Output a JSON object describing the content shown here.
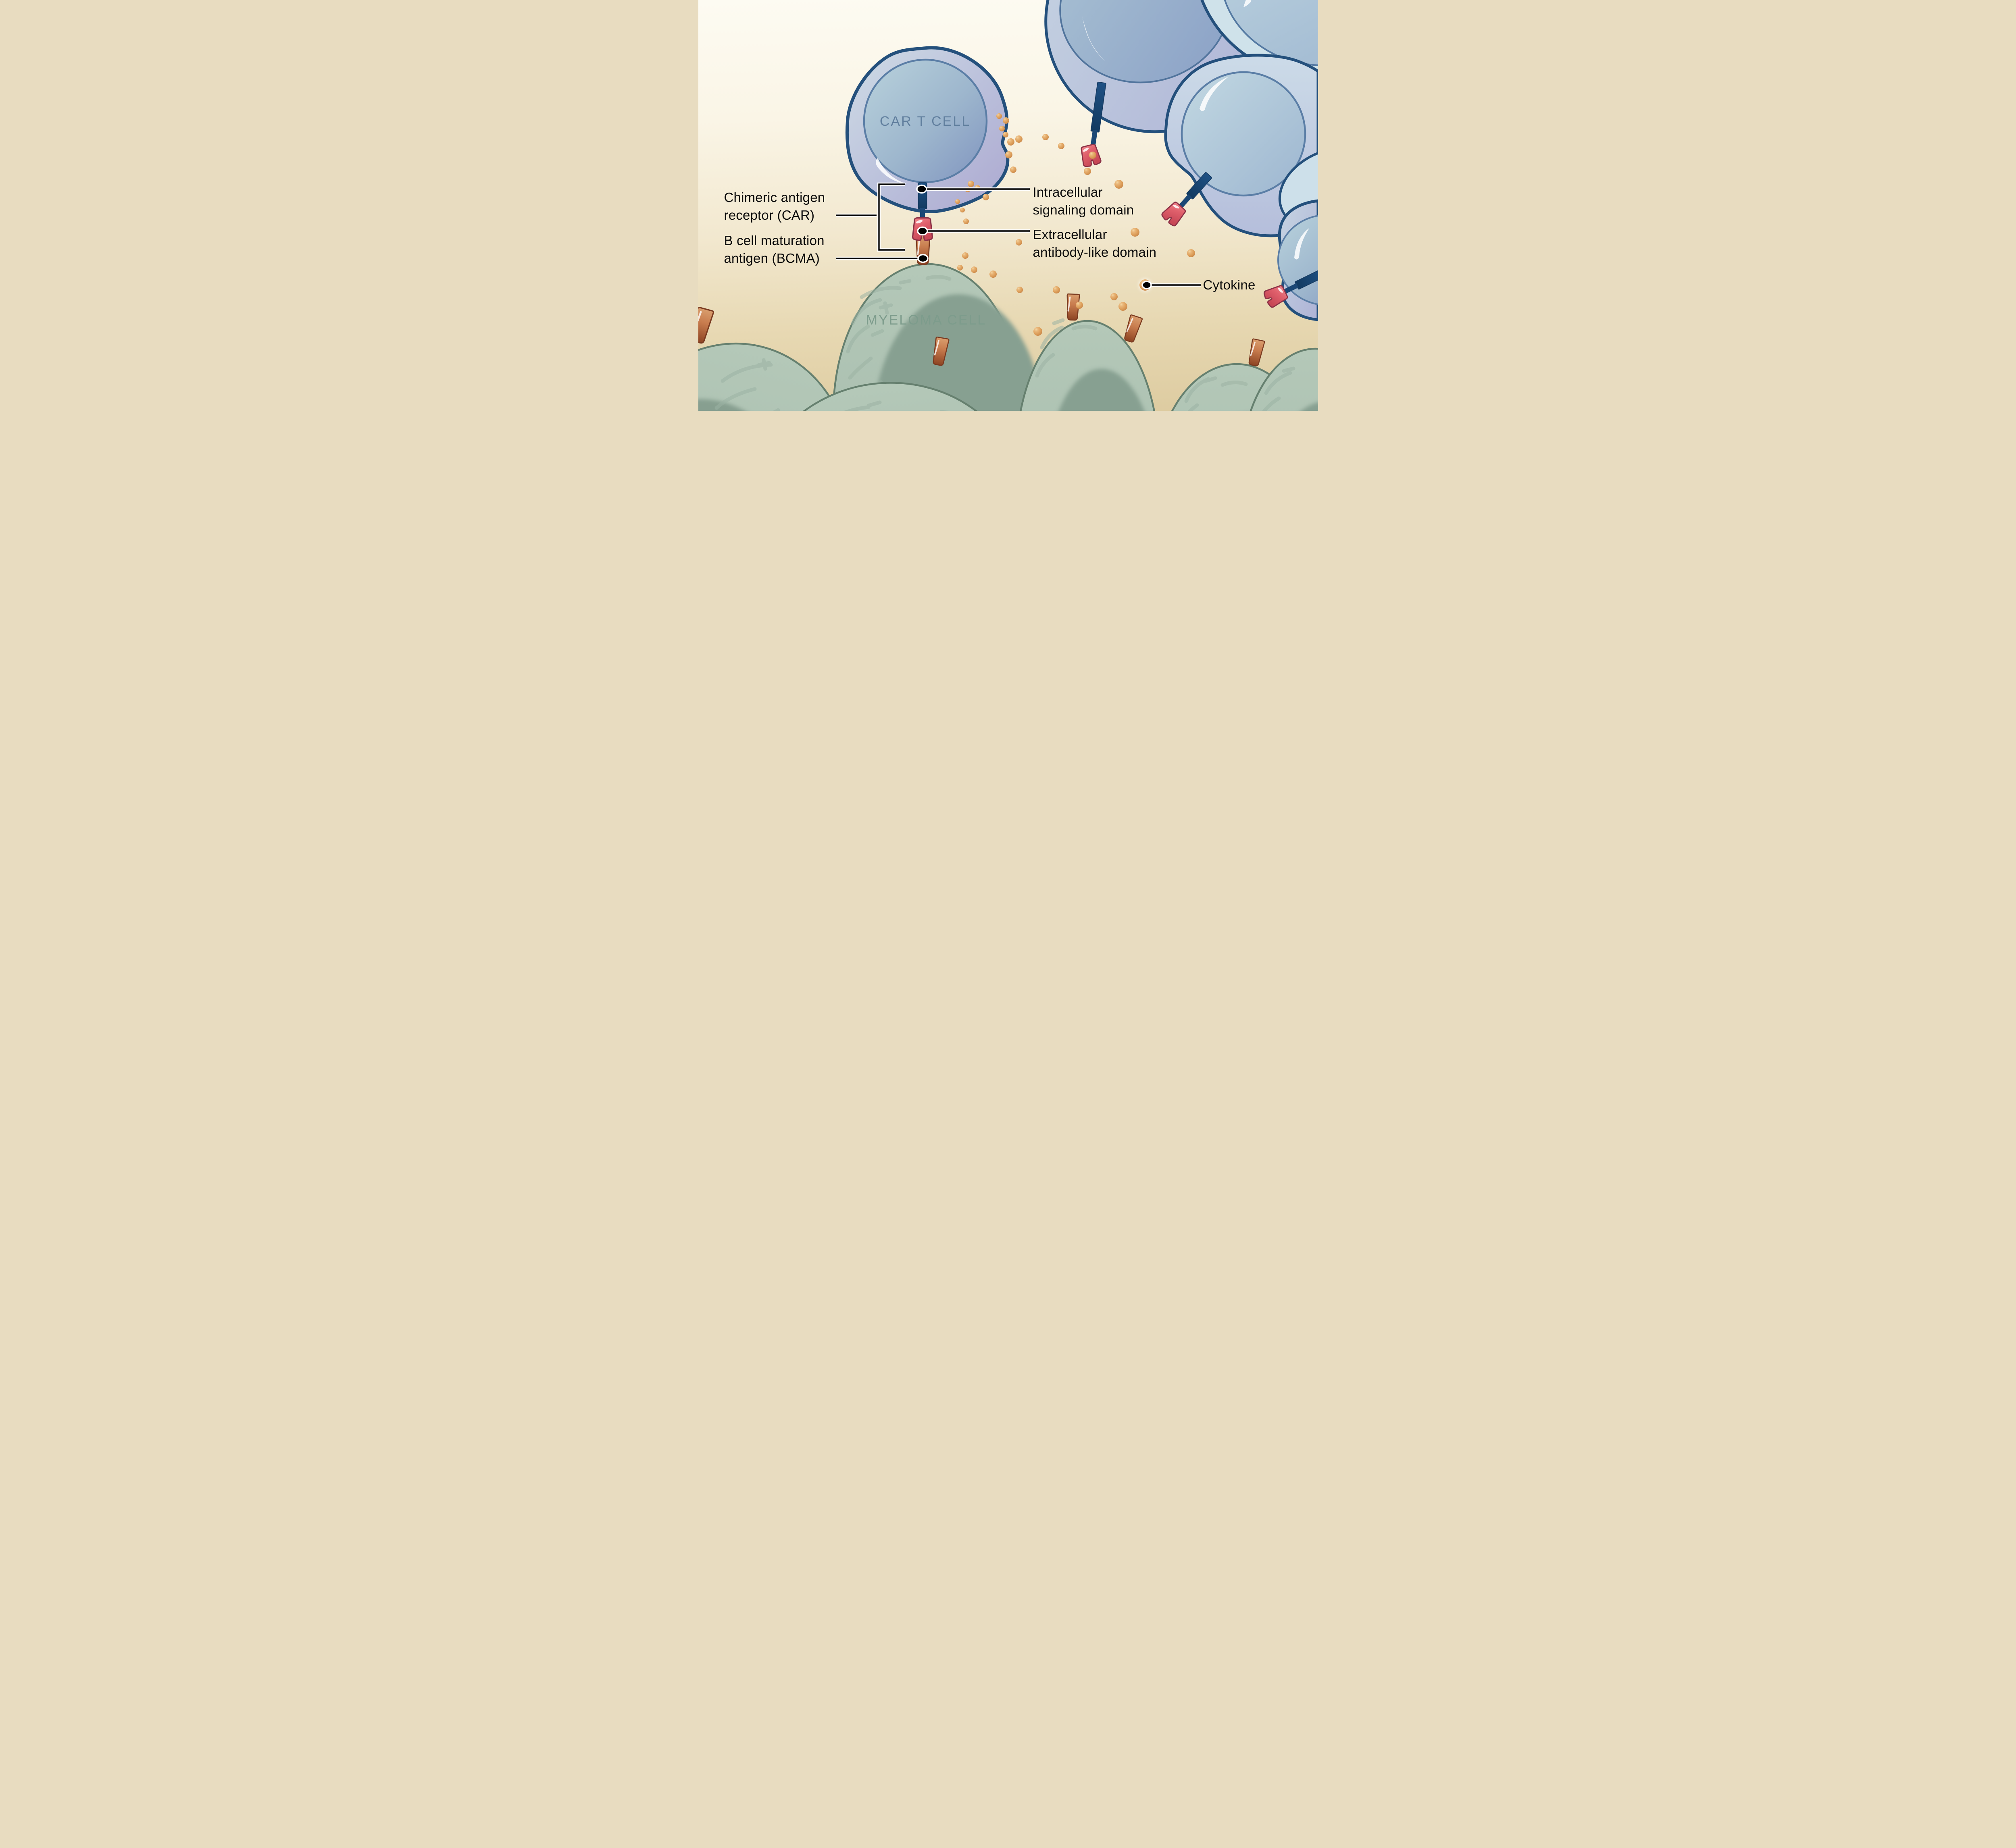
{
  "figure": {
    "type": "medical-illustration-diagram",
    "subject": "CAR T cell binding BCMA on a myeloma cell and releasing cytokines",
    "cell_labels": {
      "car_t_cell": "CAR T CELL",
      "myeloma_cell": "MYELOMA CELL"
    },
    "annotations": {
      "car": {
        "line1": "Chimeric antigen",
        "line2": "receptor (CAR)"
      },
      "bcma": {
        "line1": "B cell maturation",
        "line2": "antigen (BCMA)"
      },
      "intracellular": {
        "line1": "Intracellular",
        "line2": "signaling domain"
      },
      "extracellular": {
        "line1": "Extracellular",
        "line2": "antibody-like domain"
      },
      "cytokine": {
        "line1": "Cytokine"
      }
    },
    "colors": {
      "background_top": "#fdfbf2",
      "background_bottom": "#ddcba0",
      "car_t_outline": "#24507c",
      "car_t_body": "#bfc6dd",
      "car_t_nucleus": "#93a9c6",
      "car_t_label_text": "#617f9e",
      "myeloma_body": "#afc4b5",
      "myeloma_nucleus": "#8ba494",
      "myeloma_outline": "#66806f",
      "myeloma_label_text": "#7d9c8c",
      "receptor_stalk": "#1b4775",
      "receptor_claw": "#dd5c68",
      "bcma_antigen": "#c1754a",
      "cytokine_sphere": "#dfa15c",
      "leader_line": "#000000",
      "leader_casing": "#ffffff"
    },
    "cytokines": [
      [
        746,
        288,
        7
      ],
      [
        763,
        299,
        8
      ],
      [
        753,
        319,
        7
      ],
      [
        762,
        334,
        7
      ],
      [
        775,
        352,
        9
      ],
      [
        795,
        345,
        9
      ],
      [
        770,
        384,
        9
      ],
      [
        781,
        421,
        8
      ],
      [
        861,
        340,
        8
      ],
      [
        900,
        362,
        8
      ],
      [
        978,
        385,
        9
      ],
      [
        965,
        425,
        9
      ],
      [
        1043,
        457,
        11
      ],
      [
        676,
        456,
        8
      ],
      [
        668,
        470,
        7
      ],
      [
        692,
        466,
        7
      ],
      [
        713,
        489,
        8
      ],
      [
        643,
        500,
        6
      ],
      [
        655,
        521,
        6
      ],
      [
        664,
        549,
        7
      ],
      [
        662,
        634,
        8
      ],
      [
        649,
        664,
        7
      ],
      [
        684,
        669,
        8
      ],
      [
        731,
        680,
        9
      ],
      [
        795,
        601,
        8
      ],
      [
        1083,
        576,
        11
      ],
      [
        1222,
        628,
        10
      ],
      [
        1031,
        736,
        9
      ],
      [
        1053,
        760,
        11
      ],
      [
        945,
        757,
        9
      ],
      [
        888,
        719,
        9
      ],
      [
        842,
        822,
        11
      ],
      [
        797,
        719,
        8
      ]
    ],
    "labeled_cytokine": [
      1108,
      707,
      14
    ]
  }
}
